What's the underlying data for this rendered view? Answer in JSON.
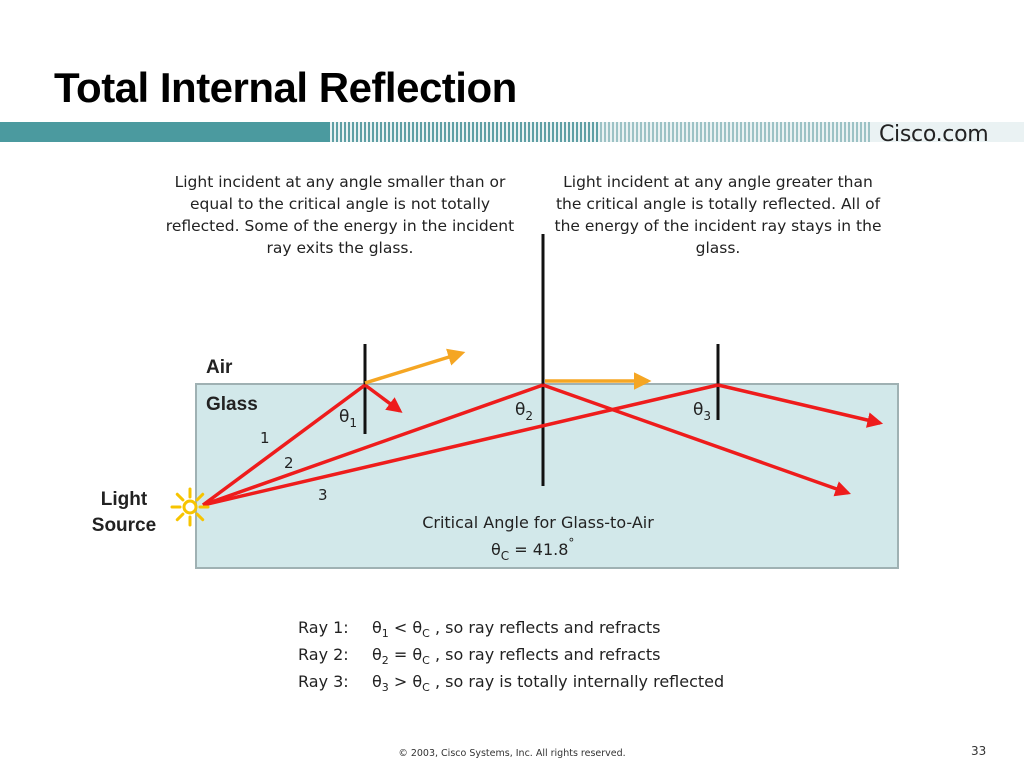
{
  "slide": {
    "title": "Total Internal Reflection",
    "logo_text": "Cisco.com",
    "copyright": "© 2003, Cisco Systems, Inc. All rights reserved.",
    "page_number": "33"
  },
  "notes": {
    "left": "Light incident at any angle smaller than or equal to the critical angle is not totally reflected. Some of the energy in the incident ray exits the glass.",
    "right": "Light incident at any angle greater than the critical angle is totally reflected. All of the energy of the incident ray stays in the glass."
  },
  "diagram": {
    "air_label": "Air",
    "glass_label": "Glass",
    "source_label_line1": "Light",
    "source_label_line2": "Source",
    "ray_numbers": [
      "1",
      "2",
      "3"
    ],
    "theta_symbol": "θ",
    "angle_subscripts": [
      "1",
      "2",
      "3"
    ],
    "critical_caption": "Critical Angle for Glass-to-Air",
    "critical_subscript": "C",
    "critical_value": " = 41.8",
    "degree_symbol": "°",
    "colors": {
      "glass_fill": "#d2e8ea",
      "glass_border": "#9fb1b3",
      "ray": "#ee1c1c",
      "refracted": "#f5a623",
      "normal": "#111111",
      "sun": "#f7c400",
      "banner_teal": "#4b9a9f"
    }
  },
  "legend": [
    {
      "ray": "Ray 1:",
      "theta": "θ",
      "sub": "1",
      "relation": " < ",
      "theta_c": "θ",
      "sub_c": "C",
      "text": " , so ray reflects and refracts"
    },
    {
      "ray": "Ray 2:",
      "theta": "θ",
      "sub": "2",
      "relation": " = ",
      "theta_c": "θ",
      "sub_c": "C",
      "text": " , so ray reflects and refracts"
    },
    {
      "ray": "Ray 3:",
      "theta": "θ",
      "sub": "3",
      "relation": " > ",
      "theta_c": "θ",
      "sub_c": "C",
      "text": " , so ray is totally internally reflected"
    }
  ]
}
